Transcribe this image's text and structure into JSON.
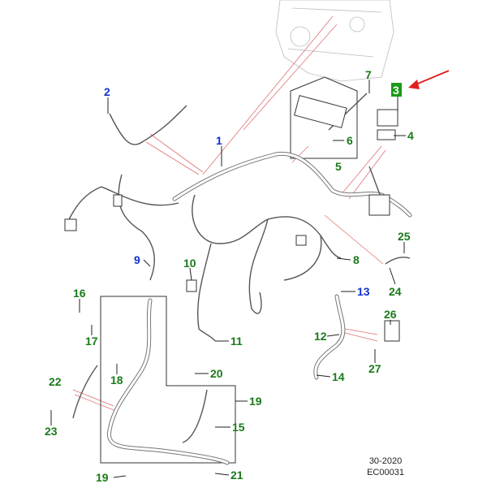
{
  "callouts": {
    "c1": "1",
    "c2": "2",
    "c3": "3",
    "c4": "4",
    "c5": "5",
    "c6": "6",
    "c7": "7",
    "c8": "8",
    "c9": "9",
    "c10": "10",
    "c11": "11",
    "c12": "12",
    "c13": "13",
    "c14": "14",
    "c15": "15",
    "c16": "16",
    "c17": "17",
    "c18": "18",
    "c19a": "19",
    "c19b": "19",
    "c20": "20",
    "c21": "21",
    "c22": "22",
    "c23": "23",
    "c24": "24",
    "c25": "25",
    "c26": "26",
    "c27": "27"
  },
  "highlighted_callout": "3",
  "colors": {
    "callout_green": "#1a7a1a",
    "callout_blue": "#1030d0",
    "highlight_bg": "#1a9a1a",
    "arrow": "#e02020"
  },
  "footer": {
    "ref_line1": "30-2020",
    "ref_line2": "EC00031"
  }
}
